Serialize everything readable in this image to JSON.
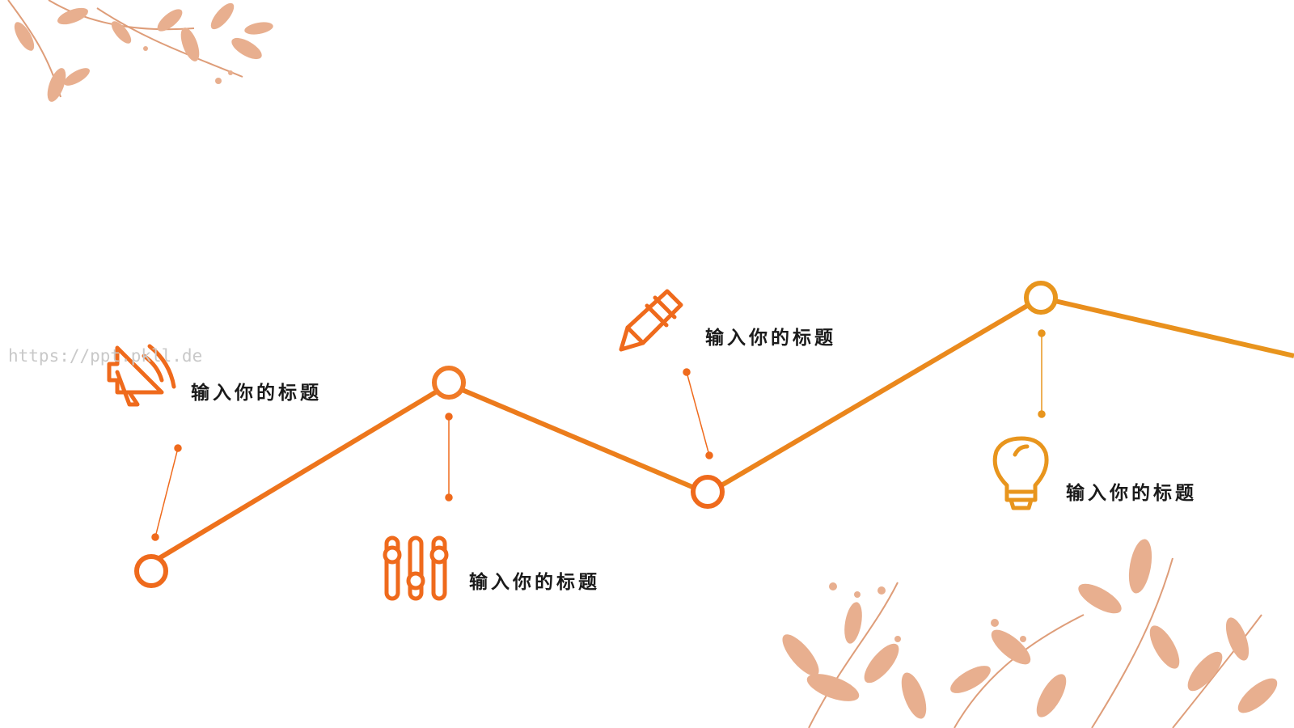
{
  "watermark": "https://ppt.pkll.de",
  "colors": {
    "line_start": "#ef6a1c",
    "line_end": "#e8951d",
    "leaf": "#e4a27c",
    "text": "#1a1a1a"
  },
  "milestones": [
    {
      "title": "输入你的标题",
      "icon": "speaker-icon"
    },
    {
      "title": "输入你的标题",
      "icon": "sliders-icon"
    },
    {
      "title": "输入你的标题",
      "icon": "pencil-icon"
    },
    {
      "title": "输入你的标题",
      "icon": "lightbulb-icon"
    }
  ]
}
